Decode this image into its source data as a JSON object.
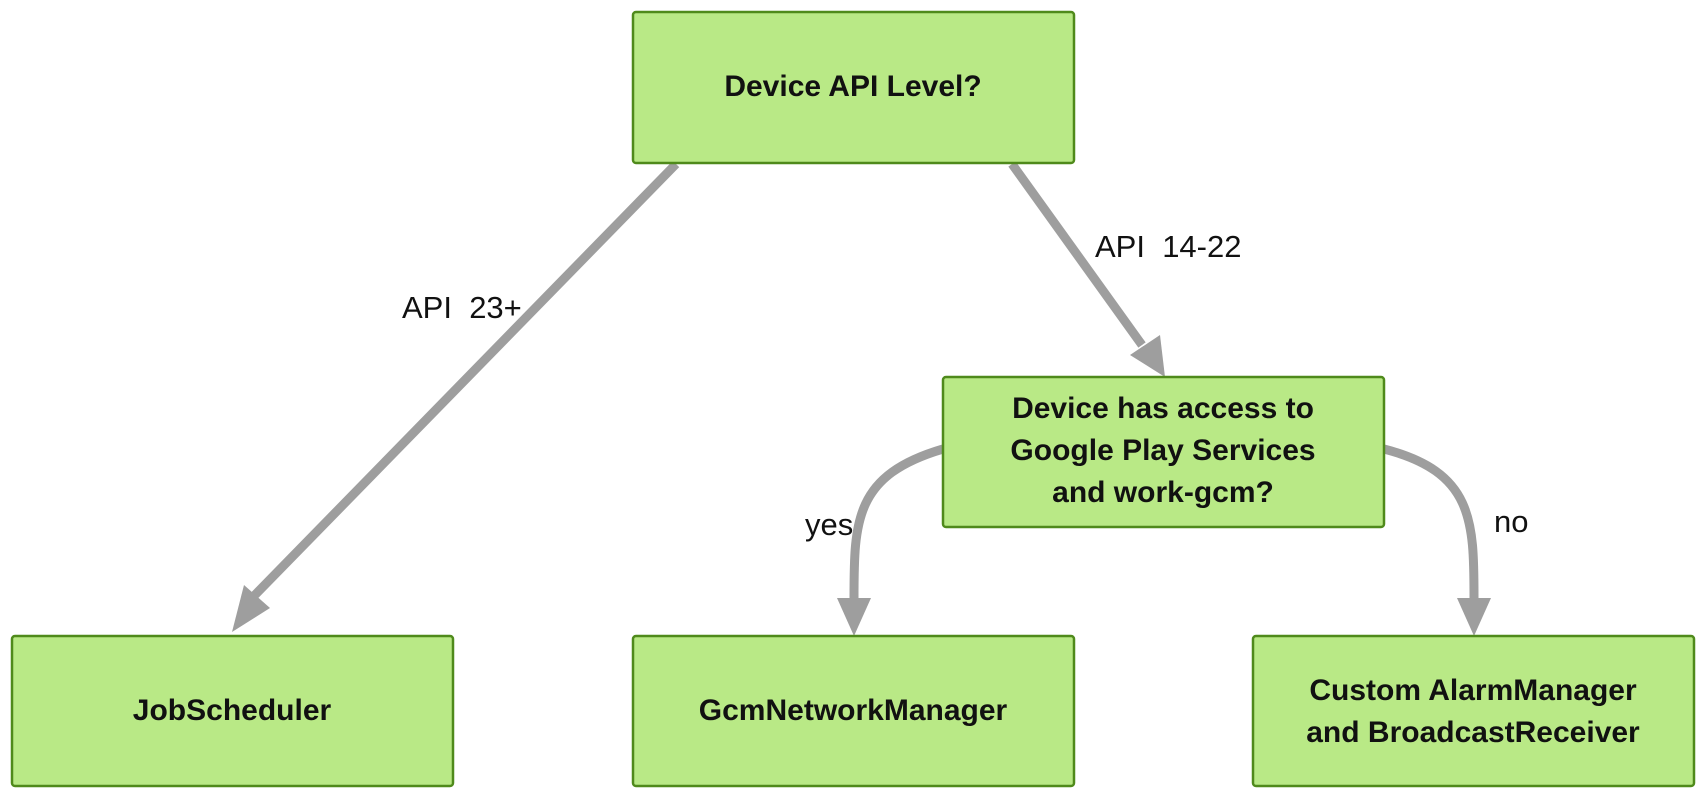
{
  "nodes": {
    "device_api_level": {
      "lines": [
        "Device API Level?"
      ]
    },
    "play_services_check": {
      "lines": [
        "Device has access to",
        "Google Play Services",
        "and work-gcm?"
      ]
    },
    "job_scheduler": {
      "lines": [
        "JobScheduler"
      ]
    },
    "gcm_network_manager": {
      "lines": [
        "GcmNetworkManager"
      ]
    },
    "alarm_manager": {
      "lines": [
        "Custom AlarmManager",
        "and BroadcastReceiver"
      ]
    }
  },
  "edges": {
    "api_23_plus": {
      "label": "API  23+",
      "from": "device_api_level",
      "to": "job_scheduler"
    },
    "api_14_22": {
      "label": "API  14-22",
      "from": "device_api_level",
      "to": "play_services_check"
    },
    "yes": {
      "label": "yes",
      "from": "play_services_check",
      "to": "gcm_network_manager"
    },
    "no": {
      "label": "no",
      "from": "play_services_check",
      "to": "alarm_manager"
    }
  },
  "colors": {
    "node_fill": "#b9e986",
    "node_border": "#4f8a1b",
    "arrow": "#9e9e9e",
    "text": "#111111"
  }
}
